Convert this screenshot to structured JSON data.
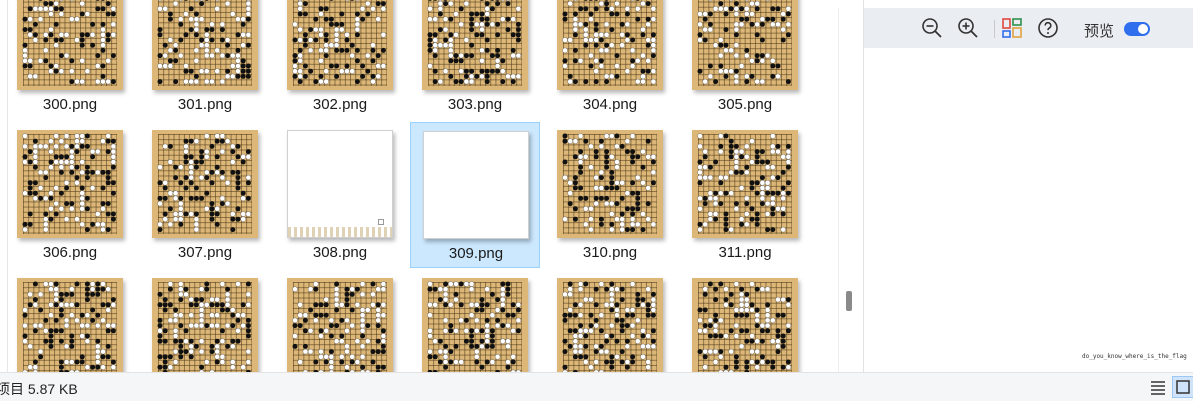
{
  "files": [
    {
      "name": "300.png",
      "kind": "board",
      "selected": false
    },
    {
      "name": "301.png",
      "kind": "board",
      "selected": false
    },
    {
      "name": "302.png",
      "kind": "board",
      "selected": false
    },
    {
      "name": "303.png",
      "kind": "board",
      "selected": false
    },
    {
      "name": "304.png",
      "kind": "board",
      "selected": false
    },
    {
      "name": "305.png",
      "kind": "board",
      "selected": false
    },
    {
      "name": "306.png",
      "kind": "board",
      "selected": false
    },
    {
      "name": "307.png",
      "kind": "board",
      "selected": false
    },
    {
      "name": "308.png",
      "kind": "blank",
      "selected": false
    },
    {
      "name": "309.png",
      "kind": "blank",
      "selected": true
    },
    {
      "name": "310.png",
      "kind": "board",
      "selected": false
    },
    {
      "name": "311.png",
      "kind": "board",
      "selected": false
    },
    {
      "name": "",
      "kind": "board",
      "selected": false
    },
    {
      "name": "",
      "kind": "board",
      "selected": false
    },
    {
      "name": "",
      "kind": "board",
      "selected": false
    },
    {
      "name": "",
      "kind": "board",
      "selected": false
    },
    {
      "name": "",
      "kind": "board",
      "selected": false
    },
    {
      "name": "",
      "kind": "board",
      "selected": false
    }
  ],
  "preview": {
    "toolbar": {
      "zoom_out_icon": "zoom-out-icon",
      "zoom_in_icon": "zoom-in-icon",
      "layout_icon": "layout-grid-icon",
      "help_icon": "help-icon",
      "label": "预览",
      "toggle_on": true
    },
    "caption": "do_you_know_where_is_the_flag"
  },
  "status": {
    "text": "项目  5.87 KB"
  },
  "view_buttons": {
    "details_icon": "details-view-icon",
    "thumbs_icon": "large-icons-view-icon",
    "active": "thumbs"
  },
  "colors": {
    "board": "#dcb777",
    "selection_bg": "#cce8ff",
    "selection_border": "#99d1ff",
    "toggle_accent": "#2f6fed",
    "toolbar_bg": "#eaedf2"
  }
}
